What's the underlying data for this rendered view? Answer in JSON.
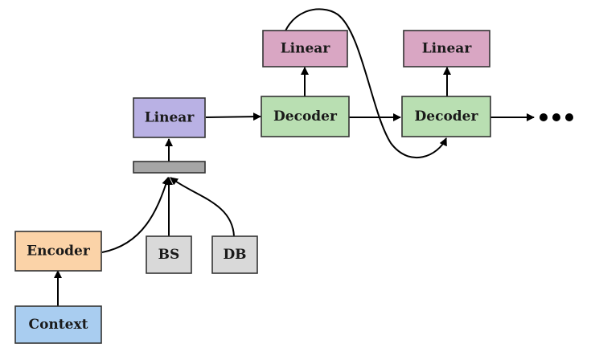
{
  "nodes": {
    "context": {
      "label": "Context",
      "color": "#a9cdf0"
    },
    "encoder": {
      "label": "Encoder",
      "color": "#fbd3a8"
    },
    "bs": {
      "label": "BS",
      "color": "#d9d9d9"
    },
    "db": {
      "label": "DB",
      "color": "#d9d9d9"
    },
    "linear_in": {
      "label": "Linear",
      "color": "#b9b1e4"
    },
    "decoder_1": {
      "label": "Decoder",
      "color": "#b9dfb2"
    },
    "decoder_2": {
      "label": "Decoder",
      "color": "#b9dfb2"
    },
    "linear_out_1": {
      "label": "Linear",
      "color": "#d9a6c3"
    },
    "linear_out_2": {
      "label": "Linear",
      "color": "#d9a6c3"
    },
    "concat_bar": {
      "color": "#a6a6a6"
    }
  },
  "continuation": "•••"
}
